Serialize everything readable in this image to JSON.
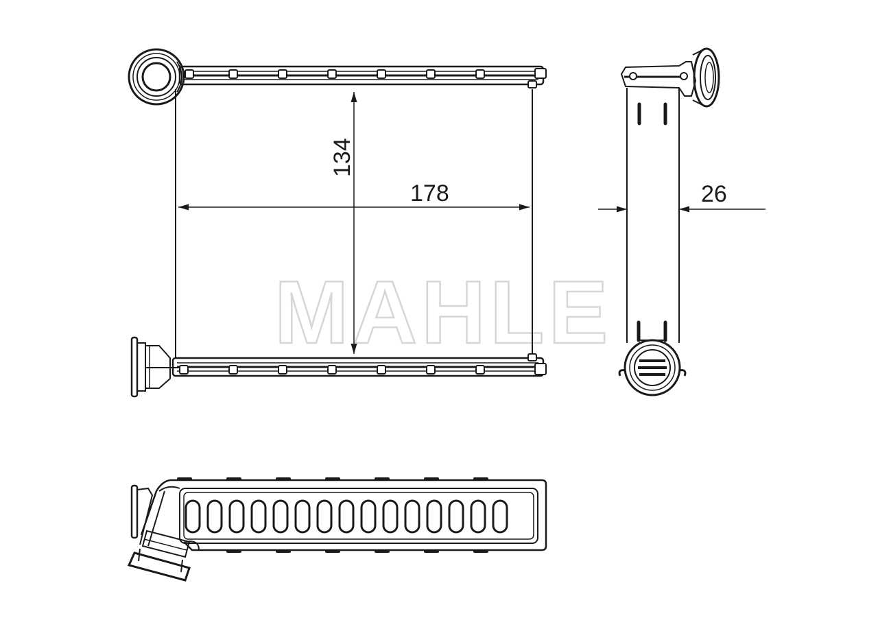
{
  "drawing": {
    "title": "Heater core technical drawing",
    "watermark": "MAHLE",
    "units": "mm",
    "colors": {
      "line": "#1a1a1a",
      "watermark": "#d6d6d6",
      "background": "#ffffff"
    },
    "views": {
      "front": {
        "dimensions": {
          "width_label": "178",
          "height_label": "134"
        },
        "tank_tabs_count": 7
      },
      "side": {
        "dimensions": {
          "depth_label": "26"
        }
      },
      "bottom": {
        "slots_count": 15
      }
    }
  }
}
